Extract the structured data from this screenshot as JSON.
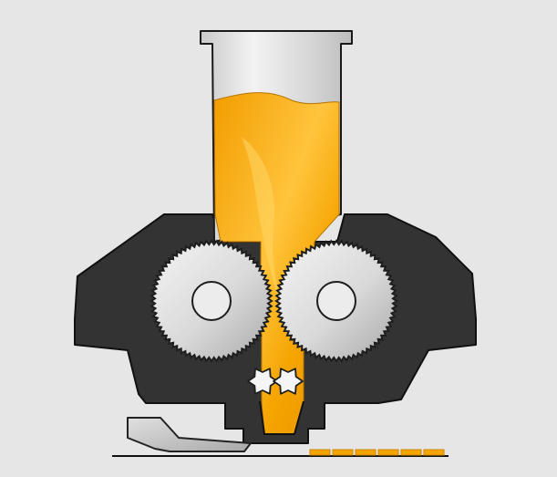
{
  "diagram": {
    "kind": "material-extruder-cross-section",
    "colors": {
      "background": "#e6e6e6",
      "housing": "#333333",
      "outline": "#111111",
      "material": "#f5a400",
      "material_highlight": "#ffcf5a",
      "metal_light": "#f2f2f2",
      "metal_dark": "#a9a9a9",
      "bed_line": "#111111"
    },
    "components": [
      {
        "name": "hopper-tube",
        "icon": "tube-icon"
      },
      {
        "name": "material-fill",
        "icon": "liquid-icon"
      },
      {
        "name": "extruder-housing",
        "icon": "housing-icon"
      },
      {
        "name": "left-roller",
        "icon": "gear-icon"
      },
      {
        "name": "right-roller",
        "icon": "gear-icon"
      },
      {
        "name": "left-pinion",
        "icon": "small-gear-icon"
      },
      {
        "name": "right-pinion",
        "icon": "small-gear-icon"
      },
      {
        "name": "nozzle",
        "icon": "nozzle-icon"
      },
      {
        "name": "spreader-blade",
        "icon": "blade-icon"
      },
      {
        "name": "deposited-layer",
        "icon": "dashed-strip-icon"
      },
      {
        "name": "build-platform",
        "icon": "line-icon"
      }
    ]
  }
}
